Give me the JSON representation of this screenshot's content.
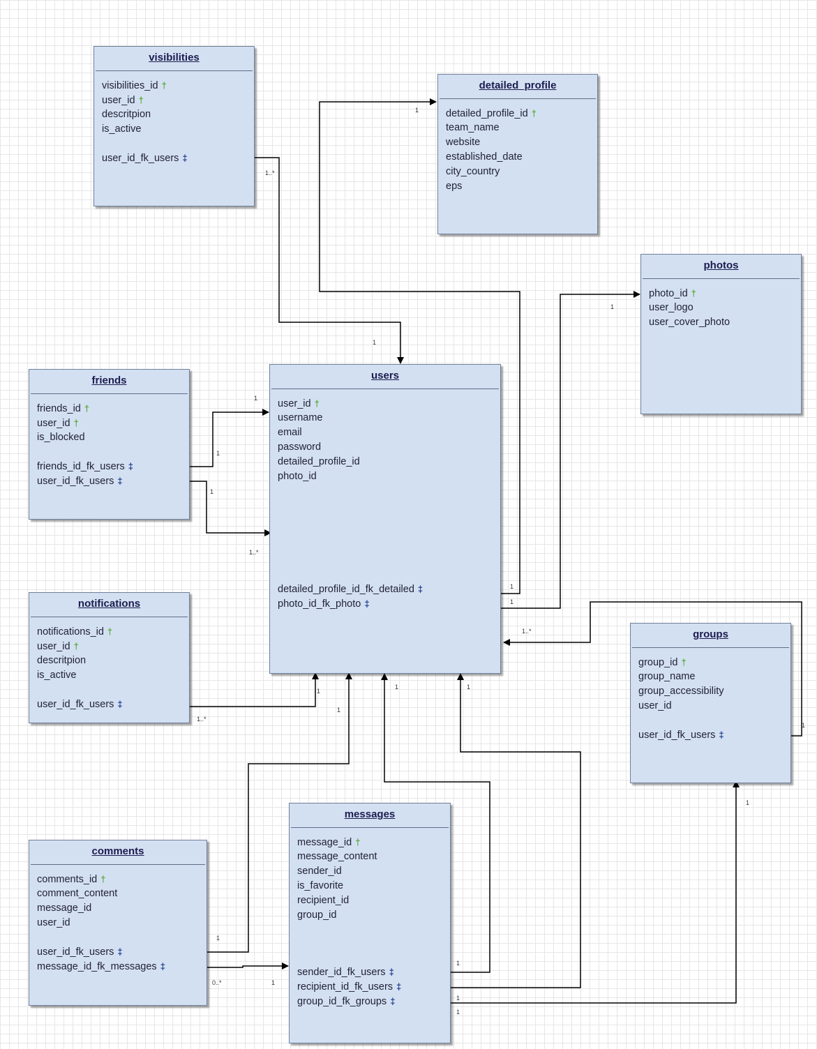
{
  "entities": {
    "visibilities": {
      "title": "visibilities",
      "fields": [
        {
          "name": "visibilities_id",
          "key": "pk"
        },
        {
          "name": "user_id",
          "key": "pk"
        },
        {
          "name": "descritpion",
          "key": ""
        },
        {
          "name": "is_active",
          "key": ""
        },
        {
          "name": "",
          "key": ""
        },
        {
          "name": "user_id_fk_users",
          "key": "fk"
        }
      ]
    },
    "detailed_profile": {
      "title": "detailed_profile",
      "fields": [
        {
          "name": "detailed_profile_id",
          "key": "pk"
        },
        {
          "name": "team_name",
          "key": ""
        },
        {
          "name": "website",
          "key": ""
        },
        {
          "name": "established_date",
          "key": ""
        },
        {
          "name": "city_country",
          "key": ""
        },
        {
          "name": "eps",
          "key": ""
        }
      ]
    },
    "photos": {
      "title": "photos",
      "fields": [
        {
          "name": "photo_id",
          "key": "pk"
        },
        {
          "name": "user_logo",
          "key": ""
        },
        {
          "name": "user_cover_photo",
          "key": ""
        }
      ]
    },
    "friends": {
      "title": "friends",
      "fields": [
        {
          "name": "friends_id",
          "key": "pk"
        },
        {
          "name": "user_id",
          "key": "pk"
        },
        {
          "name": "is_blocked",
          "key": ""
        },
        {
          "name": "",
          "key": ""
        },
        {
          "name": "friends_id_fk_users",
          "key": "fk"
        },
        {
          "name": "user_id_fk_users",
          "key": "fk"
        }
      ]
    },
    "users": {
      "title": "users",
      "fields": [
        {
          "name": "user_id",
          "key": "pk"
        },
        {
          "name": "username",
          "key": ""
        },
        {
          "name": "email",
          "key": ""
        },
        {
          "name": "password",
          "key": ""
        },
        {
          "name": "detailed_profile_id",
          "key": ""
        },
        {
          "name": "photo_id",
          "key": ""
        },
        {
          "name": "",
          "key": ""
        },
        {
          "name": "",
          "key": ""
        },
        {
          "name": "",
          "key": ""
        },
        {
          "name": "",
          "key": ""
        },
        {
          "name": "",
          "key": ""
        },
        {
          "name": "",
          "key": ""
        },
        {
          "name": "",
          "key": ""
        },
        {
          "name": "detailed_profile_id_fk_detailed",
          "key": "fk"
        },
        {
          "name": "photo_id_fk_photo",
          "key": "fk"
        }
      ]
    },
    "notifications": {
      "title": "notifications",
      "fields": [
        {
          "name": "notifications_id",
          "key": "pk"
        },
        {
          "name": "user_id",
          "key": "pk"
        },
        {
          "name": "descritpion",
          "key": ""
        },
        {
          "name": "is_active",
          "key": ""
        },
        {
          "name": "",
          "key": ""
        },
        {
          "name": "user_id_fk_users",
          "key": "fk"
        }
      ]
    },
    "groups": {
      "title": "groups",
      "fields": [
        {
          "name": "group_id",
          "key": "pk"
        },
        {
          "name": "group_name",
          "key": ""
        },
        {
          "name": "group_accessibility",
          "key": ""
        },
        {
          "name": "user_id",
          "key": ""
        },
        {
          "name": "",
          "key": ""
        },
        {
          "name": "user_id_fk_users",
          "key": "fk"
        }
      ]
    },
    "comments": {
      "title": "comments",
      "fields": [
        {
          "name": "comments_id",
          "key": "pk"
        },
        {
          "name": "comment_content",
          "key": ""
        },
        {
          "name": "message_id",
          "key": ""
        },
        {
          "name": "user_id",
          "key": ""
        },
        {
          "name": "",
          "key": ""
        },
        {
          "name": "user_id_fk_users",
          "key": "fk"
        },
        {
          "name": "message_id_fk_messages",
          "key": "fk"
        }
      ]
    },
    "messages": {
      "title": "messages",
      "fields": [
        {
          "name": "message_id",
          "key": "pk"
        },
        {
          "name": "message_content",
          "key": ""
        },
        {
          "name": "sender_id",
          "key": ""
        },
        {
          "name": "is_favorite",
          "key": ""
        },
        {
          "name": "recipient_id",
          "key": ""
        },
        {
          "name": "group_id",
          "key": ""
        },
        {
          "name": "",
          "key": ""
        },
        {
          "name": "",
          "key": ""
        },
        {
          "name": "",
          "key": ""
        },
        {
          "name": "sender_id_fk_users",
          "key": "fk"
        },
        {
          "name": "recipient_id_fk_users",
          "key": "fk"
        },
        {
          "name": "group_id_fk_groups",
          "key": "fk"
        }
      ]
    }
  },
  "key_icons": {
    "pk": "primary-key-icon",
    "fk": "foreign-key-icon"
  },
  "colors": {
    "entity_fill": "#d3e0f2",
    "entity_border": "#6f7f99",
    "pk_icon": "#5cab3a",
    "fk_icon": "#1e3a8c",
    "line": "#000000"
  },
  "cardinality": {
    "one": "1",
    "many": "1..*",
    "zero_many": "0..*"
  }
}
